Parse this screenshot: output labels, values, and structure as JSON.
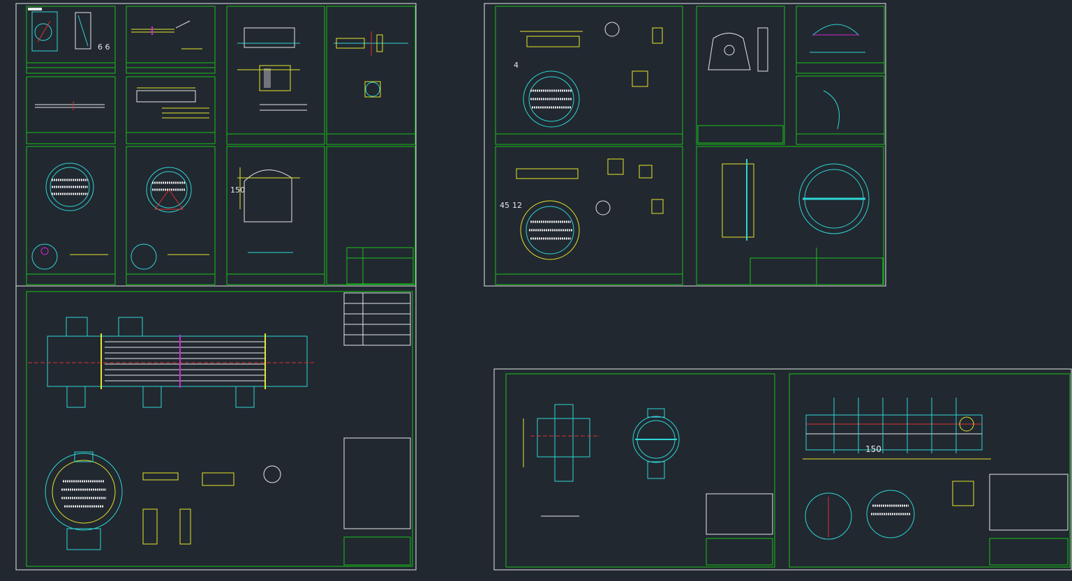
{
  "app": {
    "title": "CAD drawing set — shell-and-tube heat exchanger"
  },
  "colors": {
    "background": "#212830",
    "sheet_border": "#e8e8e8",
    "frame": "#19c219",
    "cyan": "#2fd6d6",
    "yellow": "#e6e62a",
    "magenta": "#d02ad0",
    "red": "#e03030",
    "white": "#e8e8e8"
  },
  "dimension_labels": {
    "label_66": "6 6",
    "label_150_a": "150",
    "label_150_b": "150",
    "label_4": "4",
    "label_45": "45",
    "label_12": "12"
  }
}
